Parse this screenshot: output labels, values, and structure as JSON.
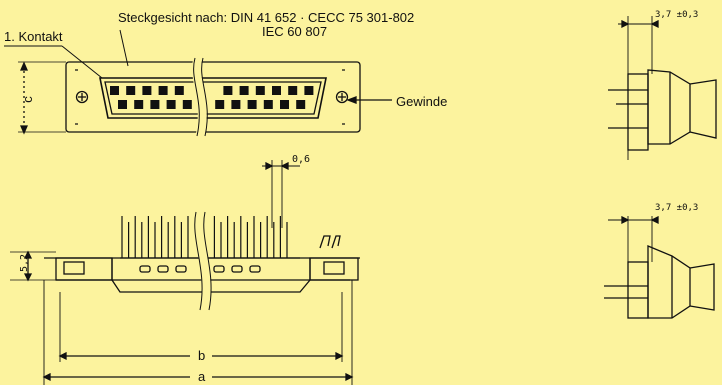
{
  "labels": {
    "standard_line1": "Steckgesicht nach: DIN 41 652 · CECC 75 301-802",
    "standard_line2": "IEC 60 807",
    "first_contact": "1. Kontakt",
    "thread": "Gewinde"
  },
  "dimensions": {
    "c": "c",
    "pin_pitch": "0,6",
    "height": "5,2",
    "b": "b",
    "a": "a",
    "side_top": "3,7 ±0,3",
    "side_bottom": "3,7 ±0,3"
  },
  "colors": {
    "background": "#fcf39e",
    "stroke": "#111111"
  }
}
